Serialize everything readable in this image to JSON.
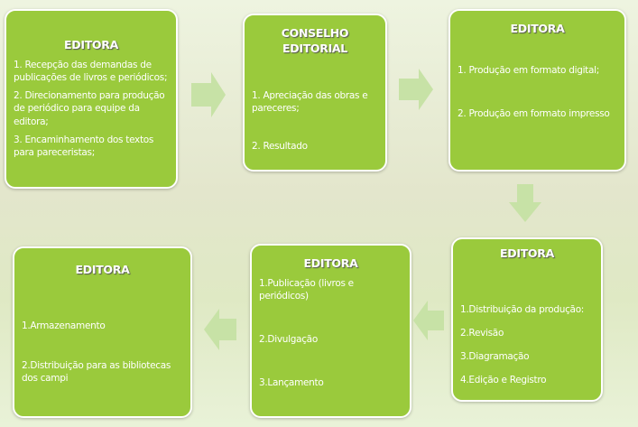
{
  "boxes": [
    {
      "title": "EDITORA",
      "items": [
        "1. Recepção das demandas de publicações de livros e periódicos;",
        "2. Direcionamento para produção de periódico para equipe da editora;",
        "3. Encaminhamento dos textos para pareceristas;"
      ]
    },
    {
      "title": "CONSELHO EDITORIAL",
      "items": [
        "1. Apreciação das obras e pareceres;",
        "2. Resultado"
      ]
    },
    {
      "title": "EDITORA",
      "items": [
        "1. Produção em formato digital;",
        "2. Produção em formato impresso"
      ]
    },
    {
      "title": "EDITORA",
      "items": [
        "1.Distribuição da produção:",
        "2.Revisão",
        "3.Diagramação",
        "4.Edição e Registro"
      ]
    },
    {
      "title": "EDITORA",
      "items": [
        "1.Publicação (livros e periódicos)",
        "2.Divulgação",
        "3.Lançamento"
      ]
    },
    {
      "title": "EDITORA",
      "items": [
        "1.Armazenamento",
        "2.Distribuição  para as bibliotecas dos campi"
      ]
    }
  ],
  "colors": {
    "box": "#9aca3c",
    "arrow": "#c7e2a6"
  }
}
